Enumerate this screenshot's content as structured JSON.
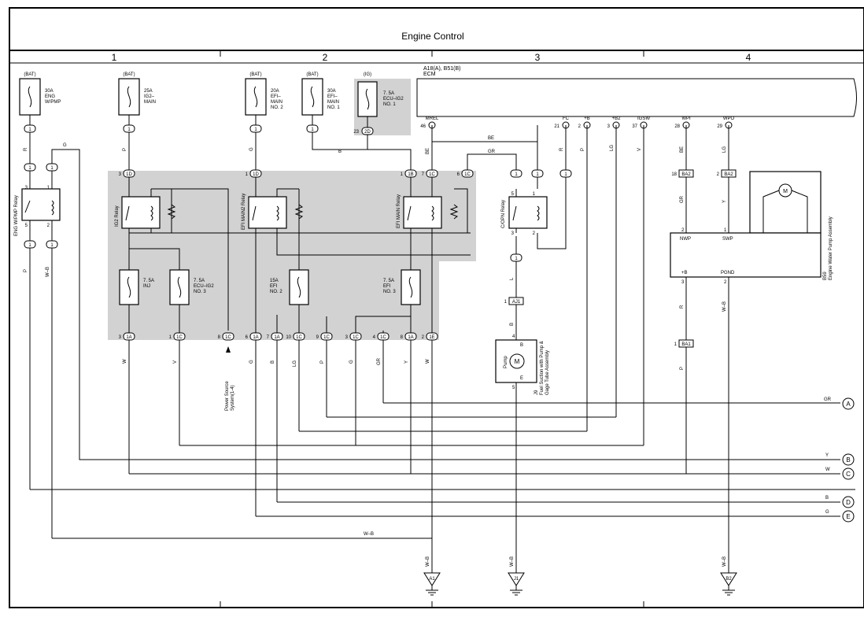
{
  "title": "Engine Control",
  "columns": [
    "1",
    "2",
    "3",
    "4"
  ],
  "fuses": [
    {
      "id": "f1",
      "source": "(BAT)",
      "label": [
        "30A",
        "ENG",
        "W/PMP"
      ]
    },
    {
      "id": "f2",
      "source": "(BAT)",
      "label": [
        "25A",
        "IG2–",
        "MAIN"
      ]
    },
    {
      "id": "f3",
      "source": "(BAT)",
      "label": [
        "20A",
        "EFI–",
        "MAIN",
        "NO. 2"
      ]
    },
    {
      "id": "f4",
      "source": "(BAT)",
      "label": [
        "30A",
        "EFI–",
        "MAIN",
        "NO. 1"
      ]
    },
    {
      "id": "f5",
      "source": "(IG)",
      "label": [
        "7. 5A",
        "ECU–IG2",
        "NO. 1"
      ]
    },
    {
      "id": "f6",
      "source": "",
      "label": [
        "7. 5A",
        "INJ"
      ]
    },
    {
      "id": "f7",
      "source": "",
      "label": [
        "7. 5A",
        "ECU–IG2",
        "NO. 3"
      ]
    },
    {
      "id": "f8",
      "source": "",
      "label": [
        "15A",
        "EFI",
        "NO. 2"
      ]
    },
    {
      "id": "f9",
      "source": "",
      "label": [
        "7. 5A",
        "EFI",
        "NO. 3"
      ]
    }
  ],
  "relays": [
    {
      "id": "r1",
      "label": "ENG W/PMP Relay"
    },
    {
      "id": "r2",
      "label": "IG2 Relay"
    },
    {
      "id": "r3",
      "label": "EFI MAIN2 Relay"
    },
    {
      "id": "r4",
      "label": "EFI MAIN Relay"
    },
    {
      "id": "r5",
      "label": "C/OPN Relay"
    }
  ],
  "ecm": {
    "name": [
      "A18(A), B51(B)",
      "ECM"
    ],
    "pins": [
      "MREL",
      "FC",
      "+B",
      "+B2",
      "IGSW",
      "WPI",
      "WPO"
    ],
    "pin_nums": [
      "46",
      "21",
      "2",
      "3",
      "37",
      "28",
      "29"
    ]
  },
  "pump_assy": {
    "name": [
      "B59",
      "Engine Water Pump Assembly"
    ],
    "pins": [
      "NWP",
      "SWP",
      "+B",
      "PGND"
    ],
    "pin_nums": [
      "2",
      "1",
      "3",
      "2"
    ],
    "motor": "M"
  },
  "fuel_pump": {
    "name": [
      "J9",
      "Fuel Suction with Pump &",
      "Gage Tube Assembly"
    ],
    "label": "Pump",
    "motor": "M",
    "pins": [
      "4",
      "B",
      "5",
      "E"
    ]
  },
  "power_source_note": [
    "Power Source",
    "System(1-4)"
  ],
  "connectors": {
    "c1": "1",
    "c2": "1D",
    "c3": "1D",
    "c4": "1B",
    "c5": "1C",
    "c6": "1C",
    "c7": "2D",
    "c8": "1A",
    "c9": "1C",
    "c10": "1C",
    "c11": "1A",
    "c12": "1A",
    "c13": "1C",
    "c14": "1C",
    "c15": "1C",
    "c16": "1C",
    "c17": "1A",
    "c18": "1E",
    "c19": "AJ1",
    "c20": "BA2",
    "c21": "BA2",
    "c22": "BA1",
    "c23": "A",
    "c24": "B"
  },
  "pin_numbers": {
    "n3": "3",
    "n1": "1",
    "n23": "23",
    "n7": "7",
    "n6": "6",
    "n18": "18",
    "n2": "2",
    "n10": "10",
    "n9": "9",
    "n4": "4",
    "n8": "8",
    "n5": "5"
  },
  "wire_colors": {
    "R": "R",
    "G": "G",
    "P": "P",
    "W_B": "W–B",
    "B": "B",
    "BE": "BE",
    "GR": "GR",
    "LG": "LG",
    "V": "V",
    "Y": "Y",
    "W": "W",
    "L": "L"
  },
  "outputs": [
    {
      "letter": "A",
      "color": "GR"
    },
    {
      "letter": "B",
      "color": "Y"
    },
    {
      "letter": "C",
      "color": "W"
    },
    {
      "letter": "D",
      "color": "B"
    },
    {
      "letter": "E",
      "color": "G"
    }
  ],
  "w_b_label": "W–B",
  "grounds": [
    "A1",
    "J1",
    "B2"
  ]
}
